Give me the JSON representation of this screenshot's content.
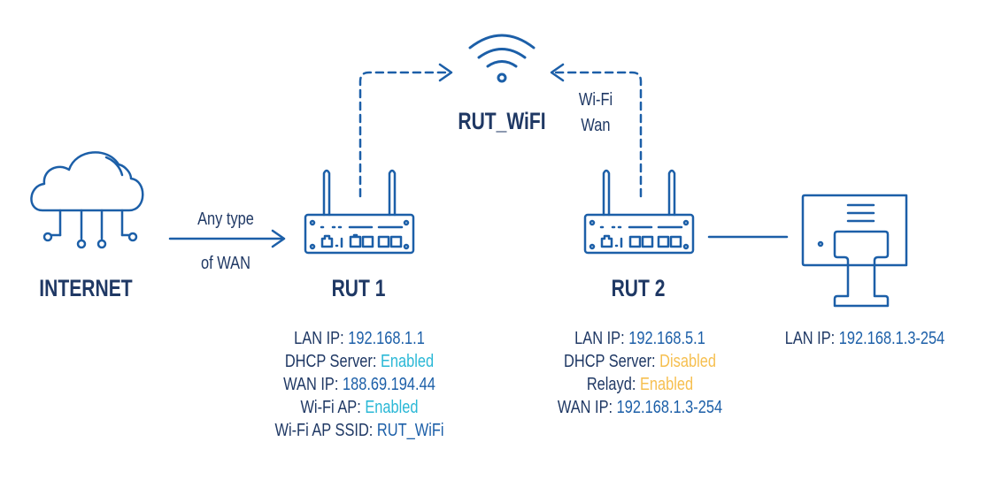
{
  "colors": {
    "stroke": "#1c5fa8",
    "text_dark": "#1f3864",
    "value_blue": "#1c5fa8",
    "enabled_cyan": "#2ab8d6",
    "disabled_yellow": "#f6bf4f"
  },
  "nodes": {
    "internet": {
      "label": "INTERNET",
      "icon": "cloud-network-icon"
    },
    "rut1": {
      "label": "RUT 1",
      "icon": "router-icon"
    },
    "rut2": {
      "label": "RUT 2",
      "icon": "router-icon"
    },
    "wifi": {
      "label": "RUT_WiFI",
      "icon": "wifi-icon"
    },
    "pc": {
      "icon": "monitor-icon"
    }
  },
  "links": {
    "wan_label_line1": "Any type",
    "wan_label_line2": "of WAN",
    "wifi_wan_line1": "Wi-Fi",
    "wifi_wan_line2": "Wan"
  },
  "rut1_info": [
    {
      "key": "LAN IP:",
      "value": "192.168.1.1",
      "status": "value"
    },
    {
      "key": "DHCP Server:",
      "value": "Enabled",
      "status": "enabled"
    },
    {
      "key": "WAN IP:",
      "value": "188.69.194.44",
      "status": "value"
    },
    {
      "key": "Wi-Fi AP:",
      "value": "Enabled",
      "status": "enabled"
    },
    {
      "key": "Wi-Fi AP SSID:",
      "value": "RUT_WiFi",
      "status": "value"
    }
  ],
  "rut2_info": [
    {
      "key": "LAN IP:",
      "value": "192.168.5.1",
      "status": "value"
    },
    {
      "key": "DHCP Server:",
      "value": "Disabled",
      "status": "disabled"
    },
    {
      "key": "Relayd:",
      "value": "Enabled",
      "status": "disabled"
    },
    {
      "key": "WAN IP:",
      "value": "192.168.1.3-254",
      "status": "value"
    }
  ],
  "pc_info": [
    {
      "key": "LAN IP:",
      "value": "192.168.1.3-254",
      "status": "value"
    }
  ]
}
